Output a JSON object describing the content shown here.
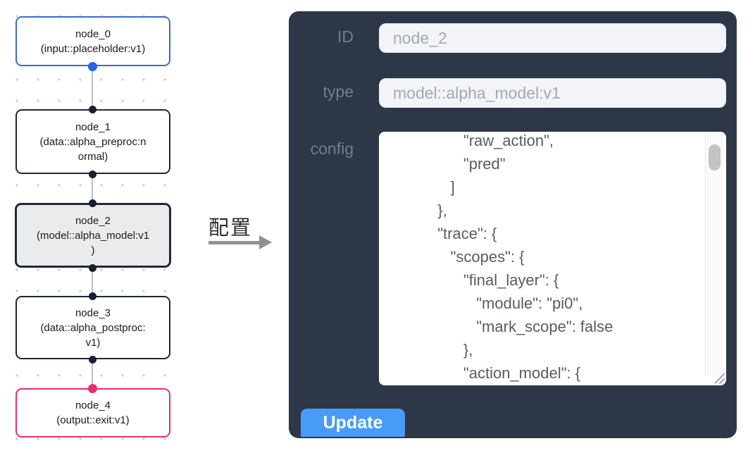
{
  "flowchart": {
    "selected_node": "node_2",
    "nodes": [
      {
        "id": "node_0",
        "lines": [
          "node_0",
          "(input::placeholder:v1)"
        ]
      },
      {
        "id": "node_1",
        "lines": [
          "node_1",
          "(data::alpha_preproc:n",
          "ormal)"
        ]
      },
      {
        "id": "node_2",
        "lines": [
          "node_2",
          "(model::alpha_model:v1",
          ")"
        ]
      },
      {
        "id": "node_3",
        "lines": [
          "node_3",
          "(data::alpha_postproc:",
          "v1)"
        ]
      },
      {
        "id": "node_4",
        "lines": [
          "node_4",
          "(output::exit:v1)"
        ]
      }
    ],
    "colors": {
      "input_node_border": "#3a6bd0",
      "default_node_border": "#1f2733",
      "selected_node_bg": "#eaebed",
      "output_node_border": "#ec2d72",
      "input_port": "#2563eb",
      "output_port": "#ec2d72",
      "default_port": "#16202e",
      "edge_line": "#bdc0c5"
    }
  },
  "annotation": {
    "label": "配置"
  },
  "panel": {
    "bg_color": "#2d3748",
    "accent_color": "#489bf7",
    "fields": [
      {
        "label": "ID",
        "value": "node_2"
      },
      {
        "label": "type",
        "value": "model::alpha_model:v1"
      }
    ],
    "config_label": "config",
    "config_text": "                 \"raw_action\",\n                 \"pred\"\n              ]\n           },\n           \"trace\": {\n              \"scopes\": {\n                 \"final_layer\": {\n                    \"module\": \"pi0\",\n                    \"mark_scope\": false\n                 },\n                 \"action_model\": {",
    "update_label": "Update"
  }
}
